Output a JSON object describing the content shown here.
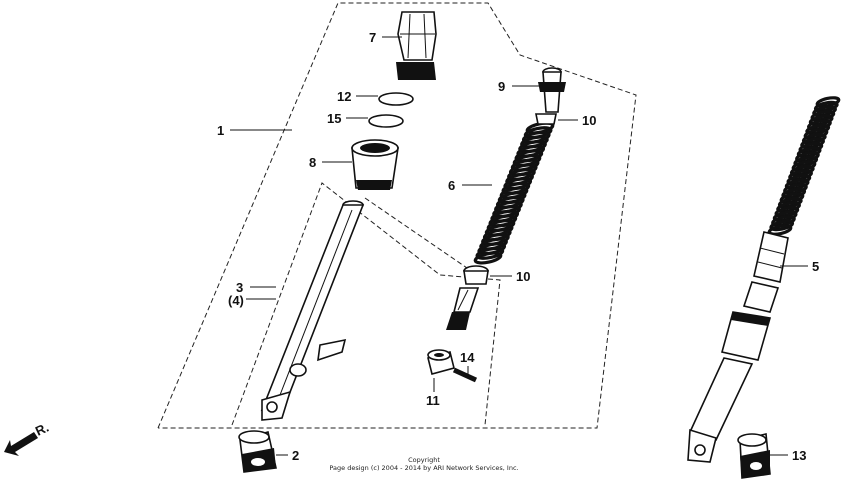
{
  "callouts": {
    "p1": "1",
    "p2": "2",
    "p3": "3",
    "p4": "(4)",
    "p5": "5",
    "p6": "6",
    "p7": "7",
    "p8": "8",
    "p9": "9",
    "p10a": "10",
    "p10b": "10",
    "p11": "11",
    "p12": "12",
    "p13": "13",
    "p14": "14",
    "p15": "15"
  },
  "direction_label": "R.",
  "copyright": {
    "line1": "Copyright",
    "line2": "Page design (c) 2004 - 2014 by ARI Network Services, Inc."
  }
}
